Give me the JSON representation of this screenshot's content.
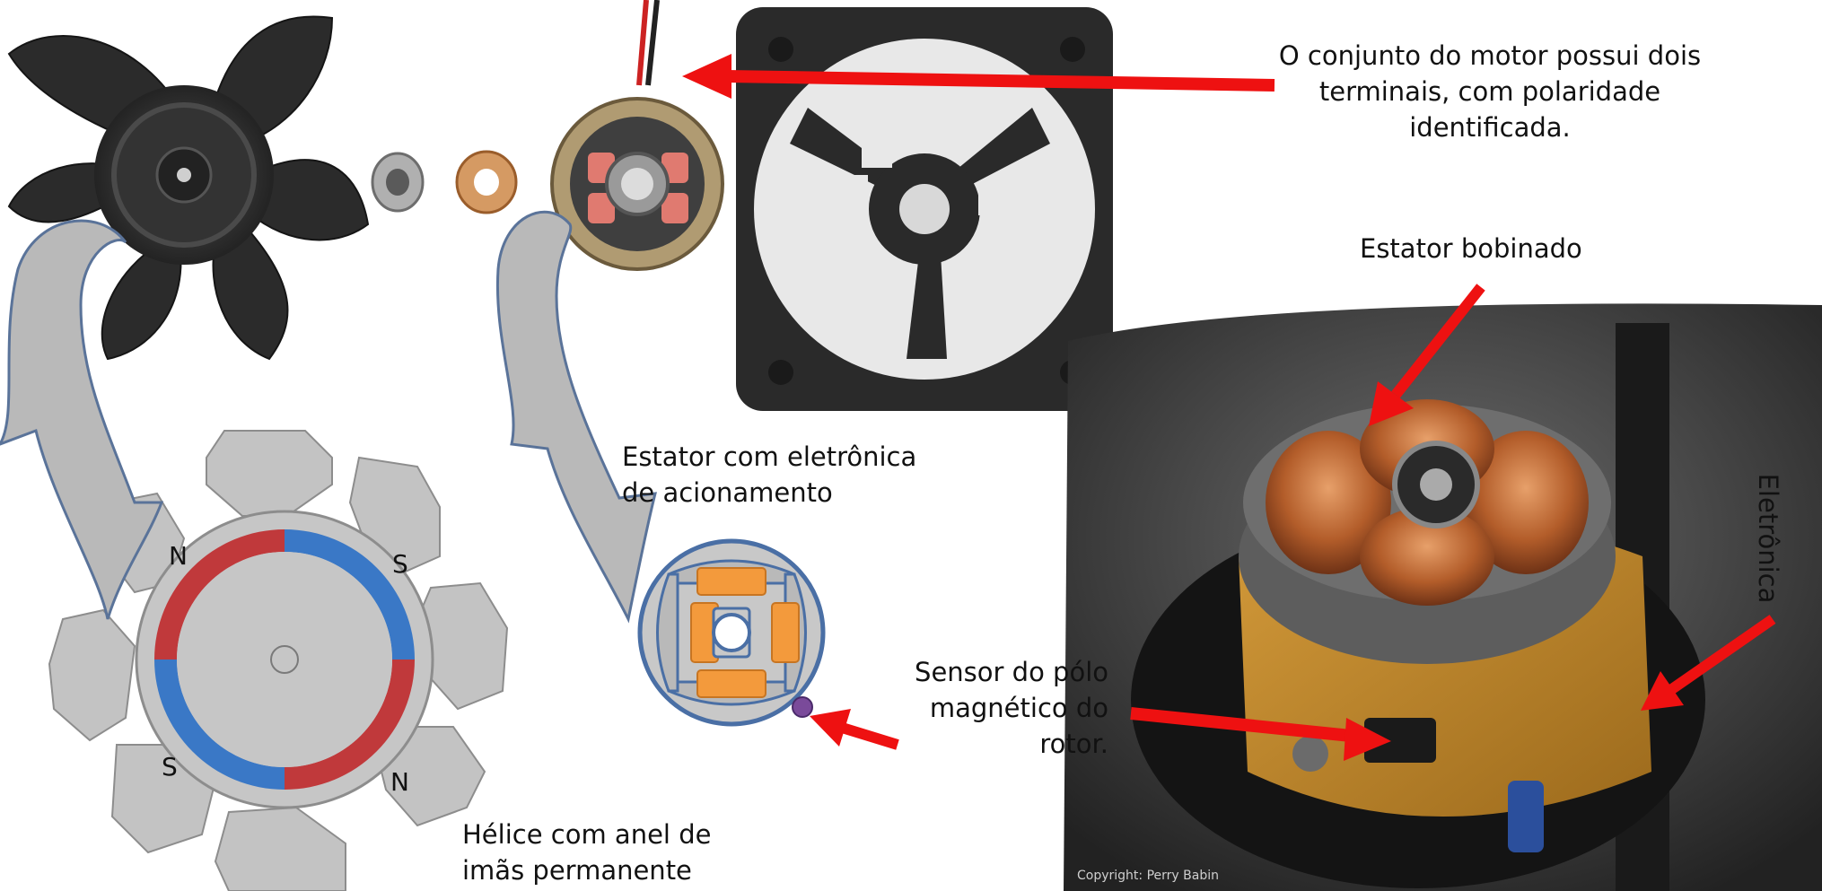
{
  "labels": {
    "motor_terminals": [
      "O conjunto do motor possui dois",
      "terminais, com polaridade",
      "identificada."
    ],
    "wound_stator": "Estator bobinado",
    "stator_electronics": [
      "Estator com eletrônica",
      "de acionamento"
    ],
    "rotor_sensor": [
      "Sensor do pólo",
      "magnético do",
      "rotor."
    ],
    "electronics": "Eletrônica",
    "propeller_magnets": [
      "Hélice com anel de",
      "imãs permanente"
    ]
  },
  "poles": {
    "n_top": "N",
    "s_top": "S",
    "s_bottom": "S",
    "n_bottom": "N"
  },
  "watermark": "Copyright: Perry Babin",
  "colors": {
    "arrow_red": "#ee1111",
    "magnet_red": "#c0393b",
    "magnet_blue": "#3a78c6",
    "blade_gray": "#c3c3c3",
    "coil_orange": "#f39a3c",
    "stator_blue": "#4a6fa5",
    "gray_arrow": "#b9b9b9",
    "sensor_purple": "#7a4a9a"
  }
}
